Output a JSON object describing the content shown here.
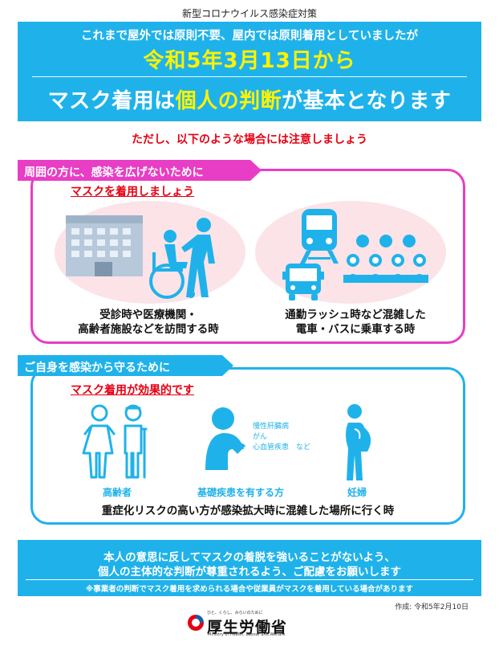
{
  "header": {
    "top_label": "新型コロナウイルス感染症対策",
    "line1": "これまで屋外では原則不要、屋内では原則着用としていましたが",
    "line2": "令和5年3月13日から",
    "line3_pre": "マスク着用は",
    "line3_hl": "個人の判断",
    "line3_post": "が基本となります"
  },
  "caution": "ただし、以下のような場合には注意しましょう",
  "section1": {
    "tab": "周囲の方に、感染を広げないために",
    "sub": "マスクを着用しましょう",
    "cap_left_1": "受診時や医療機関・",
    "cap_left_2": "高齢者施設などを訪問する時",
    "cap_right_1": "通勤ラッシュ時など混雑した",
    "cap_right_2": "電車・バスに乗車する時",
    "icons": [
      "hospital-building-icon",
      "wheelchair-caregiver-icon",
      "train-icon",
      "bus-icon",
      "crowd-icon"
    ]
  },
  "section2": {
    "tab": "ご自身を感染から守るために",
    "sub": "マスク着用が効果的です",
    "label_elderly": "高齢者",
    "label_disease": "基礎疾患を有する方",
    "label_pregnant": "妊婦",
    "disease_1": "慢性肝臓病",
    "disease_2": "がん",
    "disease_3": "心血管疾患　など",
    "caption": "重症化リスクの高い方が感染拡大時に混雑した場所に行く時",
    "icons": [
      "elderly-couple-icon",
      "patient-icon",
      "pregnant-woman-icon"
    ]
  },
  "banner": {
    "line1": "本人の意思に反してマスクの着脱を強いることがないよう、",
    "line2": "個人の主体的な判断が尊重されるよう、ご配慮をお願いします",
    "note": "※事業者の判断でマスク着用を求められる場合や従業員がマスクを着用している場合があります"
  },
  "footer": {
    "date": "作成: 令和5年2月10日",
    "logo_tagline": "ひと、くらし、みらいのために",
    "logo_name": "厚生労働省",
    "logo_en": "Ministry of Health, Labour and Welfare"
  },
  "colors": {
    "blue": "#1fb2ea",
    "pink": "#e83dc5",
    "red": "#e60012",
    "yellow": "#fff200",
    "blob": "#fbe3e8"
  }
}
